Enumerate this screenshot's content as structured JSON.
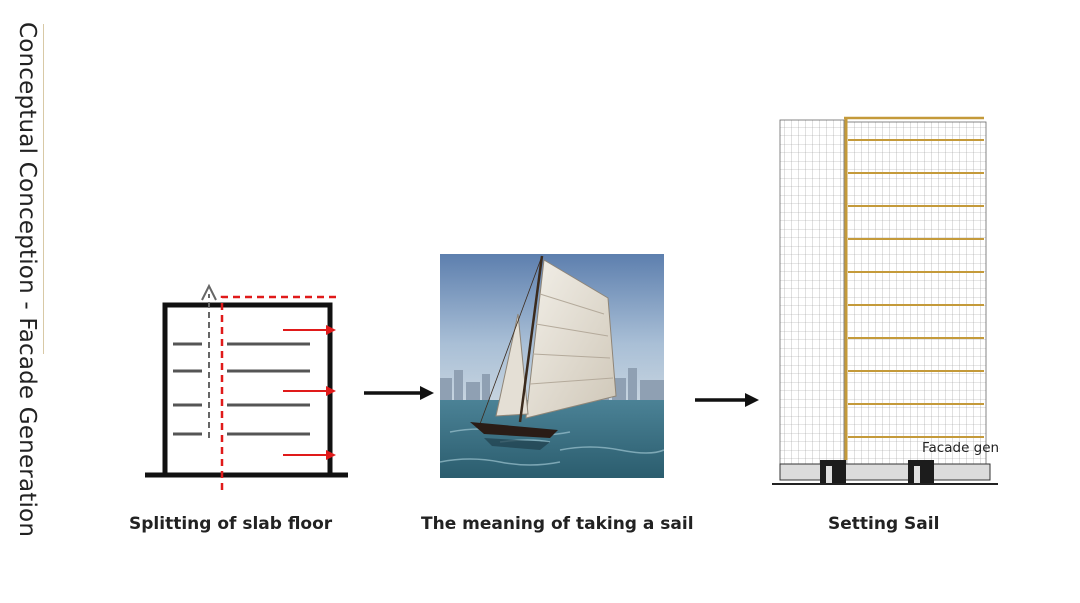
{
  "page": {
    "vertical_title": "Conceptual Conception - Facade Generation"
  },
  "steps": [
    {
      "caption": "Splitting of slab floor"
    },
    {
      "caption": "The meaning of taking a sail"
    },
    {
      "caption": "Setting Sail"
    }
  ],
  "annotations": {
    "facade_label": "Facade generation"
  },
  "colors": {
    "outline": "#111111",
    "split_line": "#e01a1a",
    "slab": "#555555",
    "sail_frame": "#c49a3a",
    "caption": "#222222"
  },
  "icons": [
    "arrow-right-icon",
    "arrow-up-icon"
  ]
}
